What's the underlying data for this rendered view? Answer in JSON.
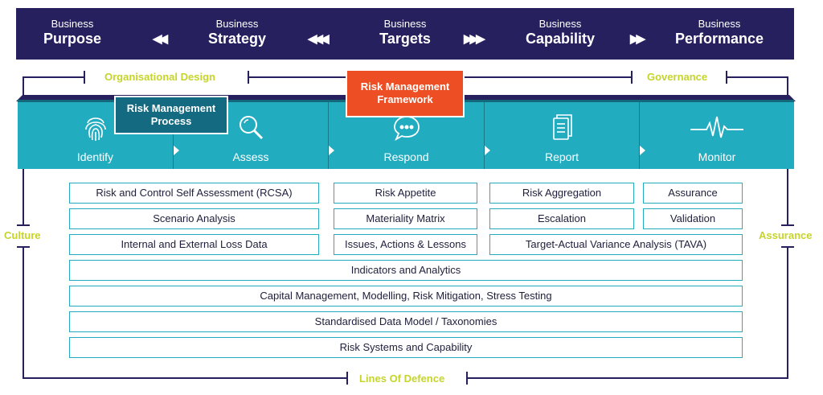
{
  "business_bar": {
    "stages": [
      {
        "small": "Business",
        "big": "Purpose"
      },
      {
        "small": "Business",
        "big": "Strategy"
      },
      {
        "small": "Business",
        "big": "Targets"
      },
      {
        "small": "Business",
        "big": "Capability"
      },
      {
        "small": "Business",
        "big": "Performance"
      }
    ],
    "chevrons": [
      "◀◀",
      "◀◀◀",
      "▶▶▶",
      "▶▶"
    ]
  },
  "labels": {
    "organisational_design": "Organisational Design",
    "governance": "Governance",
    "culture": "Culture",
    "assurance": "Assurance",
    "lines_of_defence": "Lines Of Defence",
    "risk_management_process": "Risk Management Process",
    "risk_management_framework": "Risk Management Framework"
  },
  "process_steps": [
    {
      "label": "Identify",
      "icon": "fingerprint-icon"
    },
    {
      "label": "Assess",
      "icon": "magnifier-icon"
    },
    {
      "label": "Respond",
      "icon": "chat-bubble-icon"
    },
    {
      "label": "Report",
      "icon": "document-icon"
    },
    {
      "label": "Monitor",
      "icon": "heartbeat-icon"
    }
  ],
  "activities": {
    "col1": [
      "Risk and Control Self Assessment (RCSA)",
      "Scenario Analysis",
      "Internal and External Loss Data"
    ],
    "col2": [
      "Risk Appetite",
      "Materiality Matrix",
      "Issues, Actions & Lessons"
    ],
    "col3": [
      "Risk Aggregation",
      "Escalation"
    ],
    "col4": [
      "Assurance",
      "Validation"
    ],
    "tava": "Target-Actual Variance Analysis (TAVA)",
    "full_rows": [
      "Indicators and Analytics",
      "Capital Management, Modelling, Risk Mitigation, Stress Testing",
      "Standardised Data Model / Taxonomies",
      "Risk Systems and Capability"
    ]
  },
  "colors": {
    "navy": "#26215e",
    "teal": "#22acc0",
    "dark_teal": "#146a81",
    "orange": "#ee4e23",
    "lime": "#c6d42b"
  }
}
